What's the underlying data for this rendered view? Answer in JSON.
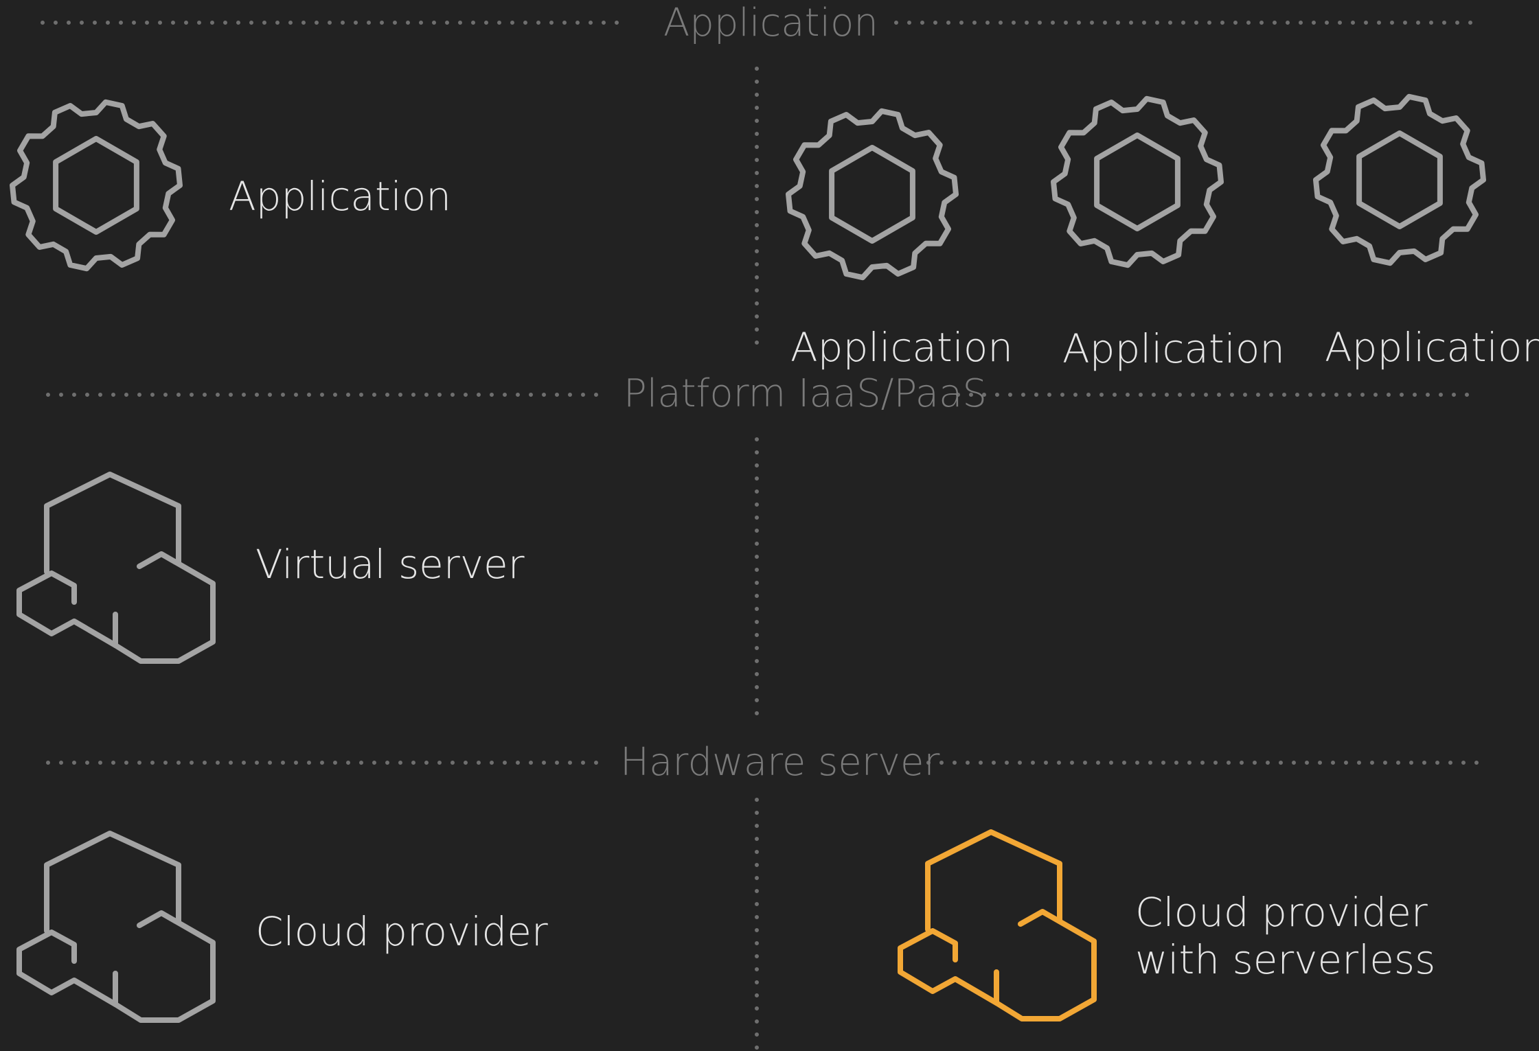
{
  "colors": {
    "background": "#222222",
    "icon_stroke": "#a3a3a3",
    "highlight": "#f2a735",
    "separator_text": "#7a7a7a",
    "label_text": "#e6e6e6"
  },
  "separators": {
    "application": "Application",
    "platform": "Platform IaaS/PaaS",
    "hardware": "Hardware server"
  },
  "left_column": {
    "application": {
      "label": "Application",
      "icon": "gear-hexagon-icon"
    },
    "virtual_server": {
      "label": "Virtual server",
      "icon": "cloud-hexagons-icon"
    },
    "cloud_provider": {
      "label": "Cloud provider",
      "icon": "cloud-hexagons-icon"
    }
  },
  "right_column": {
    "applications": [
      {
        "label": "Application",
        "icon": "gear-hexagon-icon"
      },
      {
        "label": "Application",
        "icon": "gear-hexagon-icon"
      },
      {
        "label": "Application",
        "icon": "gear-hexagon-icon"
      }
    ],
    "serverless": {
      "label_line1": "Cloud provider",
      "label_line2": "with serverless",
      "icon": "cloud-hexagons-icon-highlighted"
    }
  }
}
